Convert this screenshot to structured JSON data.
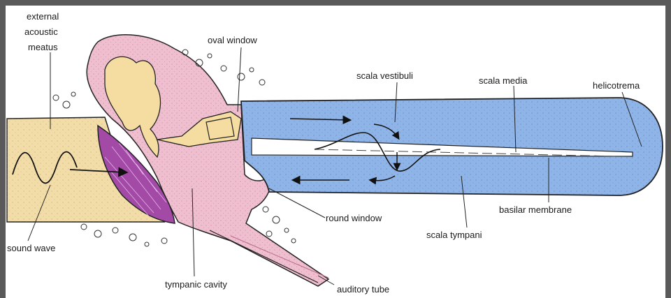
{
  "labels": {
    "external_acoustic_meatus": [
      "external",
      "acoustic",
      "meatus"
    ],
    "oval_window": "oval window",
    "scala_vestibuli": "scala vestibuli",
    "scala_media": "scala media",
    "helicotrema": "helicotrema",
    "round_window": "round window",
    "basilar_membrane": "basilar membrane",
    "scala_tympani": "scala tympani",
    "sound_wave": "sound wave",
    "tympanic_cavity": "tympanic cavity",
    "auditory_tube": "auditory tube"
  },
  "colors": {
    "frame": "#5a5a5a",
    "canal": "#f2dca8",
    "tympanic_membrane": "#a24aa6",
    "middle_ear": "#efbfd0",
    "ossicles": "#f5dca0",
    "cochlea": "#8fb4e8",
    "membrane_channel": "#ffffff",
    "outline": "#222222"
  }
}
